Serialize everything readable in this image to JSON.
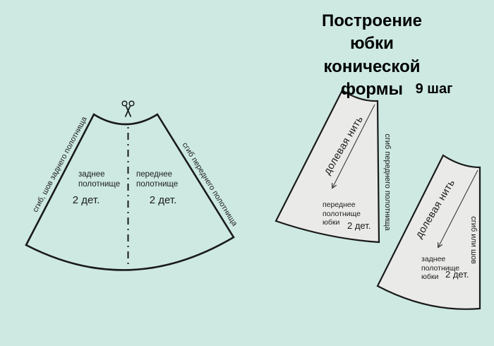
{
  "colors": {
    "background": "#cde9e2",
    "piece_fill": "#eaeae9",
    "outline": "#1a1a1a",
    "text": "#1c1c1c"
  },
  "title": {
    "text": "Построение юбки\nконической формы",
    "step": "9 шаг"
  },
  "icons": {
    "cut_mark": "scissors"
  },
  "main_pattern": {
    "back_panel": {
      "name": "заднее\nполотнище",
      "qty": "2 дет."
    },
    "front_panel": {
      "name": "переднее\nполотнище",
      "qty": "2 дет."
    },
    "left_edge_label": "сгиб, шов заднего полотнища",
    "right_edge_label": "сгиб переднего полотнища"
  },
  "front_piece": {
    "grain_label": "долевая нить",
    "name": "переднее\nполотнище\nюбки",
    "qty": "2 дет.",
    "edge_label": "сгиб переднего полотнища"
  },
  "back_piece": {
    "grain_label": "долевая нить",
    "name": "заднее\nполотнище\nюбки",
    "qty": "2 дет.",
    "edge_label": "сгиб или шов"
  }
}
